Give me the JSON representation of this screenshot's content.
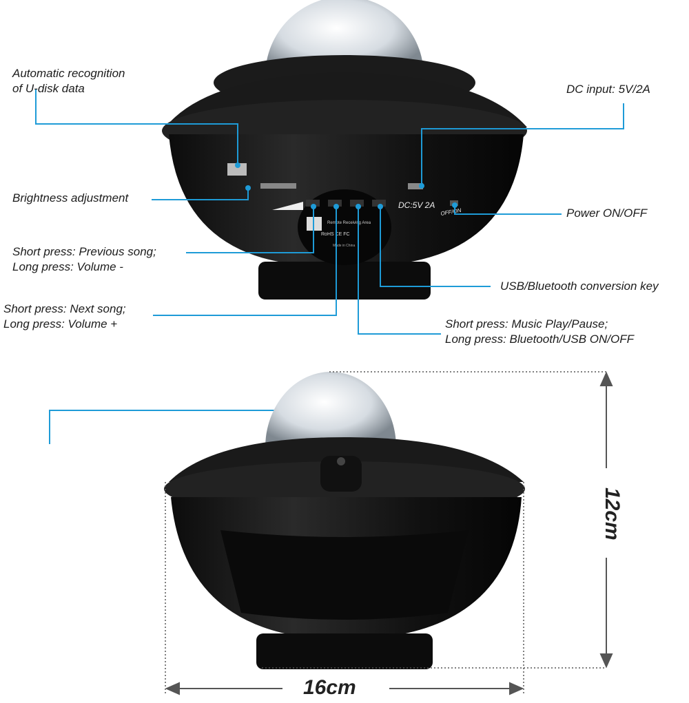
{
  "colors": {
    "callout_line": "#1e9bd7",
    "device_body": "#151515",
    "text": "#1c1c1c"
  },
  "callouts": {
    "udisk": [
      "Automatic recognition",
      "of U-disk data"
    ],
    "dc_input": "DC input: 5V/2A",
    "brightness": "Brightness adjustment",
    "power": "Power ON/OFF",
    "prev": [
      "Short press: Previous song;",
      "Long press: Volume -"
    ],
    "usb_bt": "USB/Bluetooth conversion key",
    "next": [
      "Short press: Next song;",
      "Long press: Volume +"
    ],
    "play": [
      "Short press: Music Play/Pause;",
      "Long press: Bluetooth/USB ON/OFF"
    ]
  },
  "device_print": {
    "dc": "DC:5V 2A",
    "switch": "OFF/ON",
    "remote": "Remote Receiving Area",
    "cert": "RoHS CE FC",
    "made": "Made in China"
  },
  "dimensions": {
    "height": "12cm",
    "width": "16cm"
  }
}
